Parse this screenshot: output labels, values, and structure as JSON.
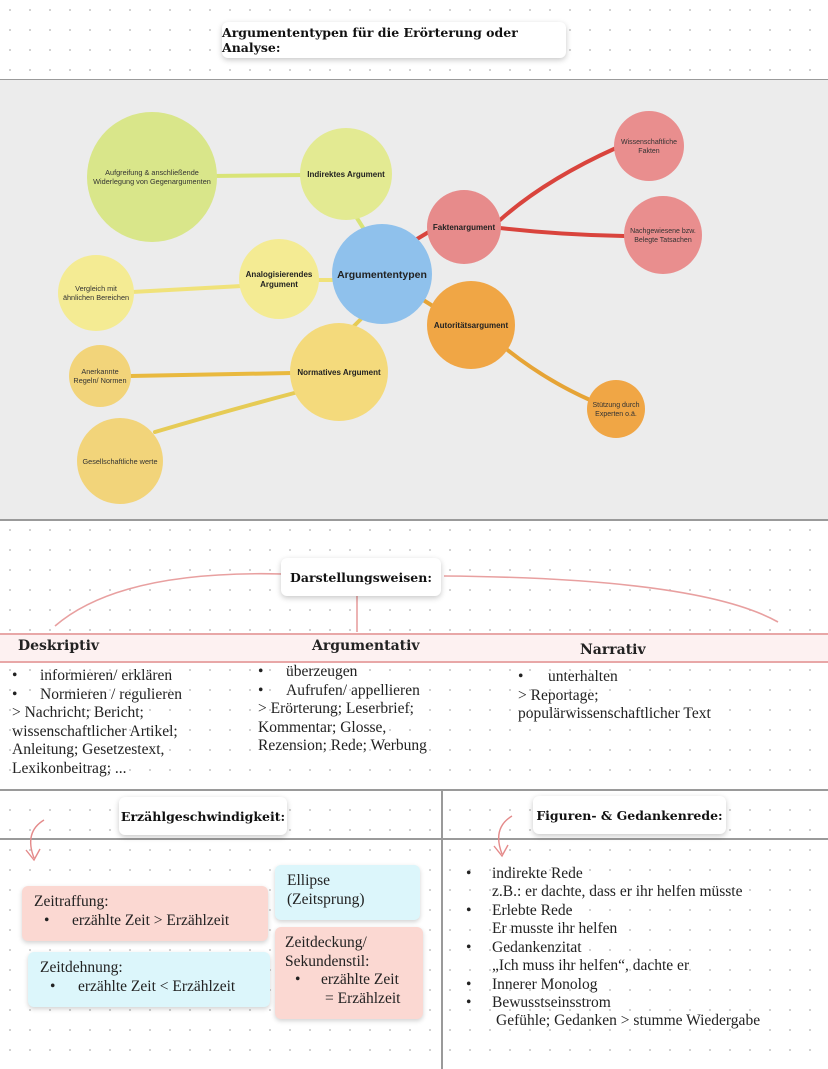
{
  "mindmap": {
    "title": "Argumententypen für die Erörterung oder Analyse:",
    "center": "Argumententypen",
    "nodes": {
      "indirekt": "Indirektes Argument",
      "aufgreifung": [
        "Aufgreifung & anschließende",
        "Widerlegung von Gegenargumenten"
      ],
      "analog": [
        "Analogisierendes",
        "Argument"
      ],
      "vergleich": [
        "Vergleich mit",
        "ähnlichen Bereichen"
      ],
      "normativ": "Normatives Argument",
      "regeln": [
        "Anerkannte",
        "Regeln/ Normen"
      ],
      "gesellschaft": "Gesellschaftliche werte",
      "fakten": "Faktenargument",
      "wiss": [
        "Wissenschaftliche",
        "Fakten"
      ],
      "belegt": [
        "Nachgewiesene bzw.",
        "Belegte Tatsachen"
      ],
      "autoritaet": "Autoritätsargument",
      "stuetzung": [
        "Stützung durch",
        "Experten o.ä."
      ]
    },
    "colors": {
      "green": "#d9e68a",
      "yellow": "#f4eb93",
      "gold": "#f2d47a",
      "blue": "#8fc1ec",
      "red": "#e78b8b",
      "orange": "#f0a645",
      "line_red": "#d9443d",
      "line_orange": "#e6a436",
      "line_green": "#cfdd70",
      "line_yellow": "#e8d862"
    }
  },
  "darstellung": {
    "title": "Darstellungsweisen:",
    "deskriptiv": {
      "heading": "Deskriptiv",
      "bullets": [
        "informieren/ erklären",
        "Normieren / regulieren"
      ],
      "lines": [
        "> Nachricht; Bericht;",
        "wissenschaftlicher Artikel;",
        "Anleitung; Gesetzestext,",
        "Lexikonbeitrag; ..."
      ]
    },
    "argumentativ": {
      "heading": "Argumentativ",
      "bullets": [
        "überzeugen",
        "Aufrufen/ appellieren"
      ],
      "lines": [
        "> Erörterung; Leserbrief;",
        "Kommentar; Glosse,",
        "Rezension; Rede; Werbung"
      ]
    },
    "narrativ": {
      "heading": "Narrativ",
      "bullets": [
        "unterhalten"
      ],
      "lines": [
        "> Reportage;",
        "populärwissenschaftlicher Text"
      ]
    }
  },
  "erzaehl": {
    "title": "Erzählgeschwindigkeit:",
    "zeitraffung": {
      "title": "Zeitraffung:",
      "bullet": "erzählte Zeit > Erzählzeit"
    },
    "zeitdehnung": {
      "title": "Zeitdehnung:",
      "bullet": "erzählte Zeit < Erzählzeit"
    },
    "ellipse": [
      "Ellipse",
      "(Zeitsprung)"
    ],
    "zeitdeckung": {
      "title": [
        "Zeitdeckung/",
        "Sekundenstil:"
      ],
      "bullet": [
        "erzählte Zeit",
        "= Erzählzeit"
      ]
    }
  },
  "figuren": {
    "title": "Figuren- & Gedankenrede:",
    "items": [
      {
        "label": "indirekte Rede",
        "sub": "z.B.: er dachte, dass er ihr helfen müsste"
      },
      {
        "label": "Erlebte Rede",
        "sub": "Er musste ihr helfen"
      },
      {
        "label": "Gedankenzitat",
        "sub": "„Ich muss ihr helfen“, dachte er"
      },
      {
        "label": "Innerer Monolog",
        "sub": ""
      },
      {
        "label": "Bewusstseinsstrom",
        "sub": "Gefühle; Gedanken > stumme Wiedergabe"
      }
    ]
  }
}
